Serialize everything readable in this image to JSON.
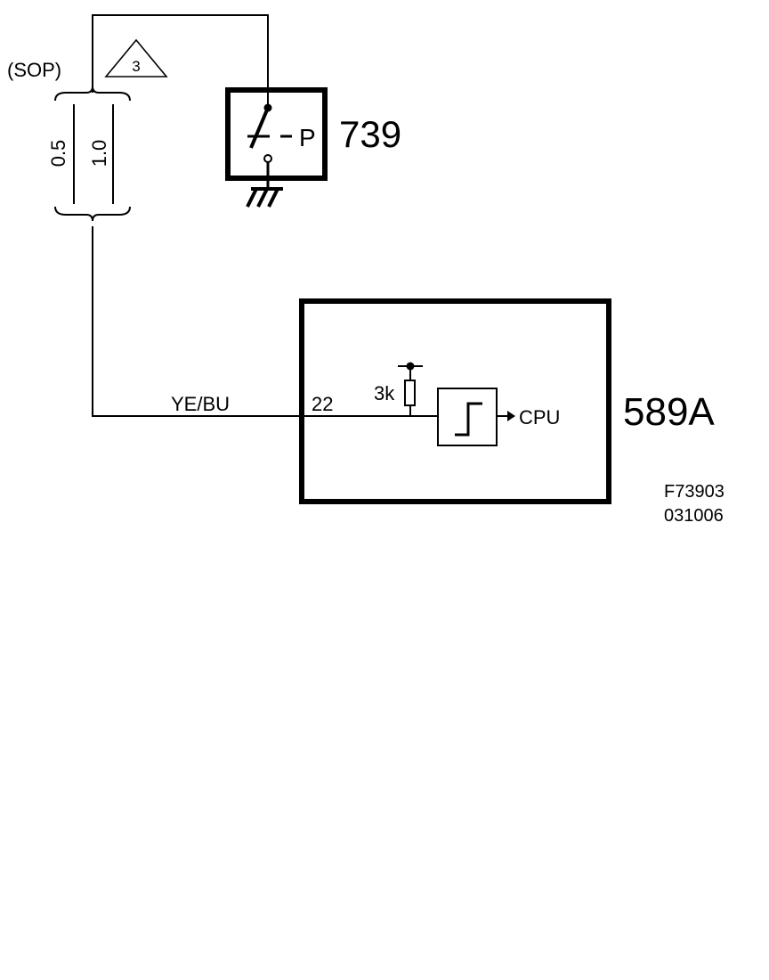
{
  "switch": {
    "id": "739",
    "pressure_label": "P"
  },
  "option": {
    "sop_label": "(SOP)",
    "note_number": "3",
    "wire_sizes": [
      "0.5",
      "1.0"
    ]
  },
  "wire": {
    "color_code": "YE/BU"
  },
  "ecu": {
    "id": "589A",
    "pin": "22",
    "resistor": "3k",
    "output_label": "CPU"
  },
  "figure": {
    "ref": "F73903",
    "date": "031006"
  }
}
